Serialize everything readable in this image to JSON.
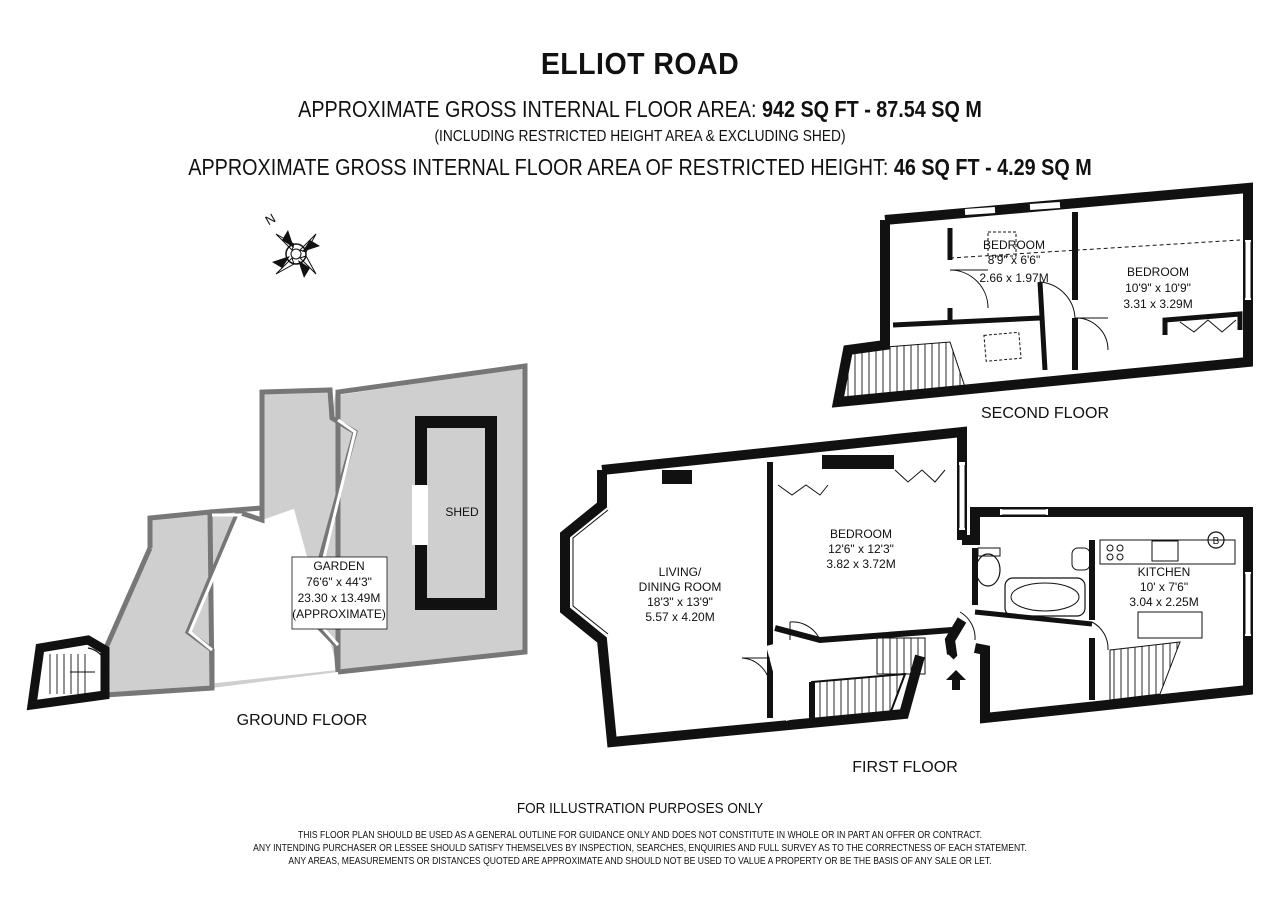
{
  "header": {
    "title": "ELLIOT ROAD",
    "gross_area_label": "APPROXIMATE GROSS INTERNAL FLOOR AREA:",
    "gross_area_value": "942 SQ FT  -  87.54 SQ M",
    "gross_area_note": "(INCLUDING RESTRICTED HEIGHT AREA & EXCLUDING SHED)",
    "restricted_label": "APPROXIMATE GROSS INTERNAL FLOOR AREA OF RESTRICTED HEIGHT:",
    "restricted_value": "46 SQ FT  -  4.29 SQ M"
  },
  "compass": {
    "label": "N"
  },
  "ground_floor": {
    "label": "GROUND FLOOR",
    "garden": {
      "name": "GARDEN",
      "imperial": "76'6\" x 44'3\"",
      "metric": "23.30 x 13.49M",
      "note": "(APPROXIMATE)"
    },
    "shed": {
      "name": "SHED"
    }
  },
  "first_floor": {
    "label": "FIRST FLOOR",
    "living": {
      "name1": "LIVING/",
      "name2": "DINING ROOM",
      "imperial": "18'3\" x 13'9\"",
      "metric": "5.57 x 4.20M"
    },
    "bedroom": {
      "name": "BEDROOM",
      "imperial": "12'6\" x 12'3\"",
      "metric": "3.82 x 3.72M"
    },
    "kitchen": {
      "name": "KITCHEN",
      "imperial": "10' x 7'6\"",
      "metric": "3.04 x 2.25M"
    },
    "boiler": "B"
  },
  "second_floor": {
    "label": "SECOND FLOOR",
    "bedroom_small": {
      "name": "BEDROOM",
      "imperial": "8'9\" x 6'6\"",
      "metric": "2.66 x 1.97M"
    },
    "bedroom_large": {
      "name": "BEDROOM",
      "imperial": "10'9\" x 10'9\"",
      "metric": "3.31 x 3.29M"
    }
  },
  "footer": {
    "illustration": "FOR ILLUSTRATION PURPOSES ONLY",
    "disclaimer1": "THIS FLOOR PLAN SHOULD BE USED AS A GENERAL OUTLINE FOR GUIDANCE ONLY AND DOES NOT CONSTITUTE IN WHOLE OR IN PART AN OFFER OR CONTRACT.",
    "disclaimer2": "ANY INTENDING PURCHASER OR LESSEE SHOULD SATISFY THEMSELVES BY INSPECTION, SEARCHES, ENQUIRIES AND FULL SURVEY AS TO THE CORRECTNESS OF EACH STATEMENT.",
    "disclaimer3": "ANY AREAS, MEASUREMENTS OR DISTANCES QUOTED ARE APPROXIMATE AND SHOULD NOT BE USED TO VALUE A PROPERTY OR BE THE BASIS OF ANY SALE OR LET."
  }
}
